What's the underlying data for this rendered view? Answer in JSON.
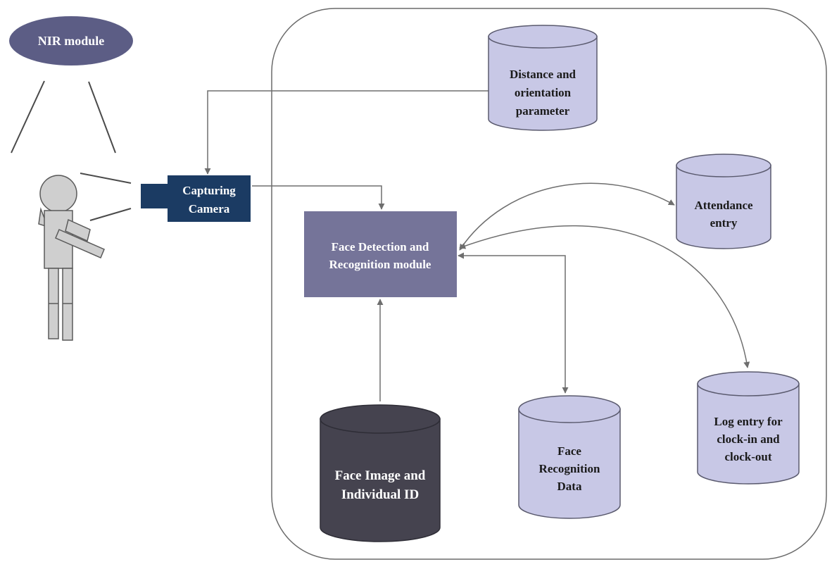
{
  "nodes": {
    "nir_module": {
      "label": "NIR module"
    },
    "capturing_camera": {
      "lines": [
        "Capturing",
        "Camera"
      ]
    },
    "face_module": {
      "lines": [
        "Face Detection and",
        "Recognition module"
      ]
    },
    "distance_db": {
      "lines": [
        "Distance and",
        "orientation",
        "parameter"
      ]
    },
    "attendance_db": {
      "lines": [
        "Attendance",
        "entry"
      ]
    },
    "log_db": {
      "lines": [
        "Log entry for",
        "clock-in and",
        "clock-out"
      ]
    },
    "face_data_db": {
      "lines": [
        "Face",
        "Recognition",
        "Data"
      ]
    },
    "face_image_db": {
      "lines": [
        "Face Image and",
        "Individual ID"
      ]
    }
  },
  "colors": {
    "nir_fill": "#5c5d85",
    "camera_fill": "#1b3b63",
    "module_fill": "#757499",
    "db_fill": "#c8c8e6",
    "db_dark_fill": "#45434f",
    "person_fill": "#cfcfcf",
    "arrow": "#6e6e6e",
    "light_text": "#ffffff",
    "dark_text": "#1a1a1a"
  }
}
